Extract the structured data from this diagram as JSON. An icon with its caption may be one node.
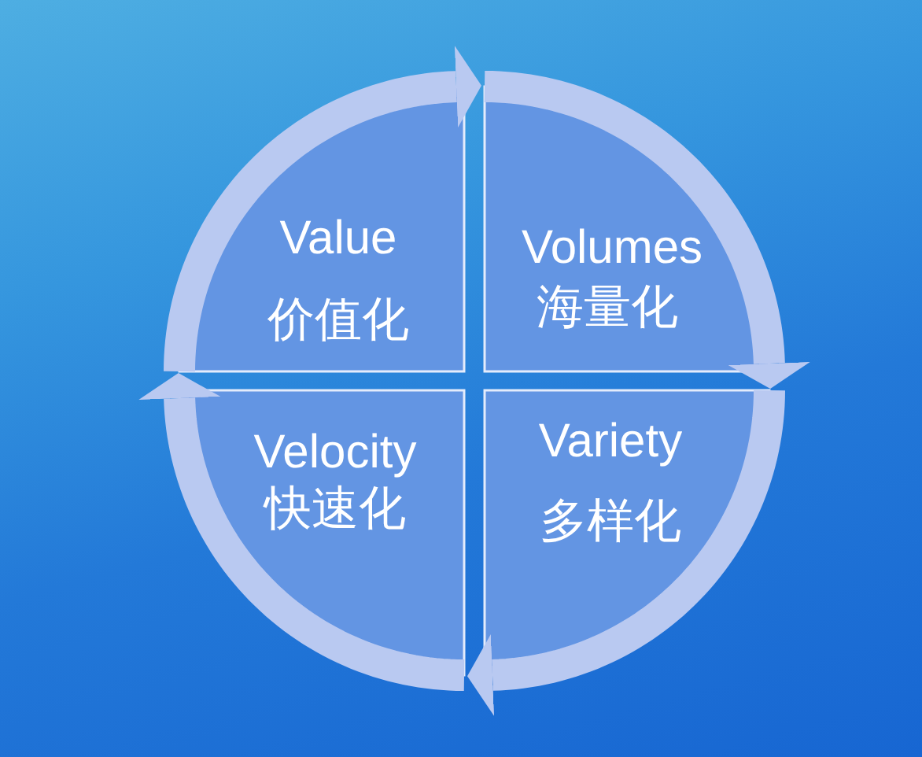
{
  "diagram": {
    "nodes": [
      {
        "text": [
          "Value",
          "价值化"
        ]
      },
      {
        "text": [
          "Volumes",
          "海量化"
        ]
      },
      {
        "text": [
          "Velocity",
          "快速化"
        ]
      },
      {
        "text": [
          "Variety",
          "多样化"
        ]
      }
    ],
    "edges": [
      {
        "from": 0,
        "to": 1,
        "arrow": "to"
      },
      {
        "from": 1,
        "to": 3,
        "arrow": "to"
      },
      {
        "from": 3,
        "to": 2,
        "arrow": "to"
      },
      {
        "from": 2,
        "to": 0,
        "arrow": "to"
      }
    ]
  }
}
